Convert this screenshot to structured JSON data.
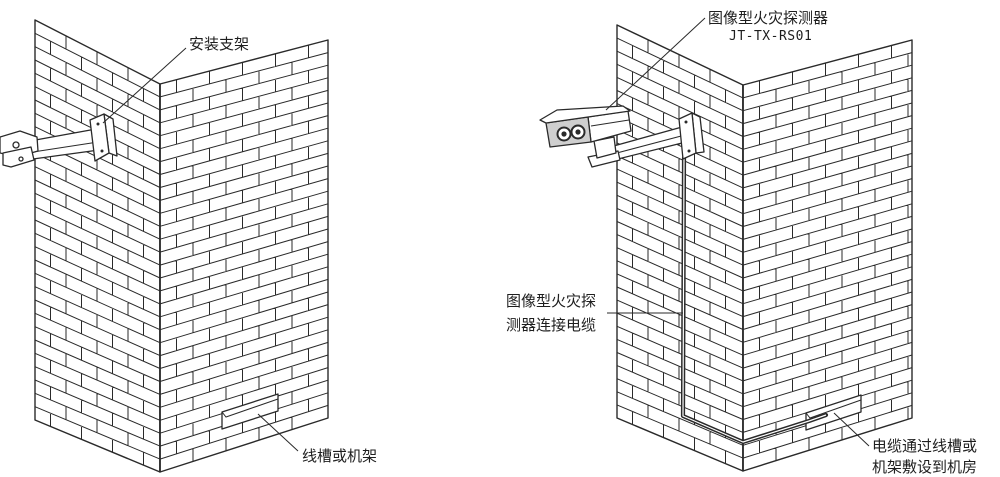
{
  "left_scene": {
    "bracket_label": "安装支架",
    "trough_label": "线槽或机架"
  },
  "right_scene": {
    "detector_label": "图像型火灾探测器",
    "detector_model": "JT-TX-RS01",
    "cable_label": [
      "图像型火灾探",
      "测器连接电缆"
    ],
    "routing_label": [
      "电缆通过线槽或",
      "机架敷设到机房"
    ]
  },
  "colors": {
    "ink": "#2a2a2a",
    "paper": "#ffffff",
    "lens_face": "#cfcfcf"
  }
}
